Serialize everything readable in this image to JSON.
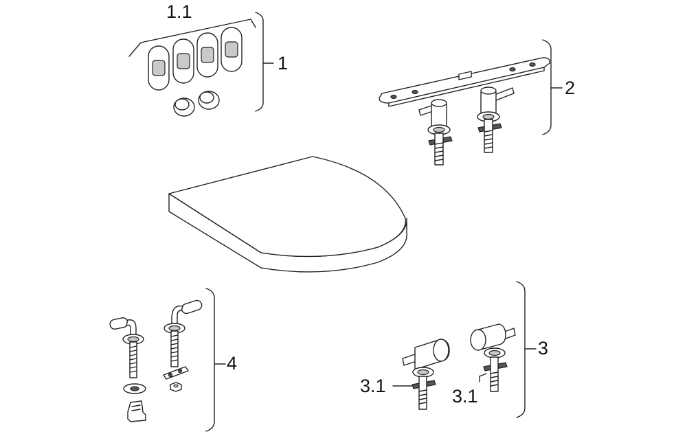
{
  "labels": {
    "group_1": "1",
    "item_1_1": "1.1",
    "group_2": "2",
    "group_3": "3",
    "item_3_1_left": "3.1",
    "item_3_1_right": "3.1",
    "group_4": "4"
  }
}
